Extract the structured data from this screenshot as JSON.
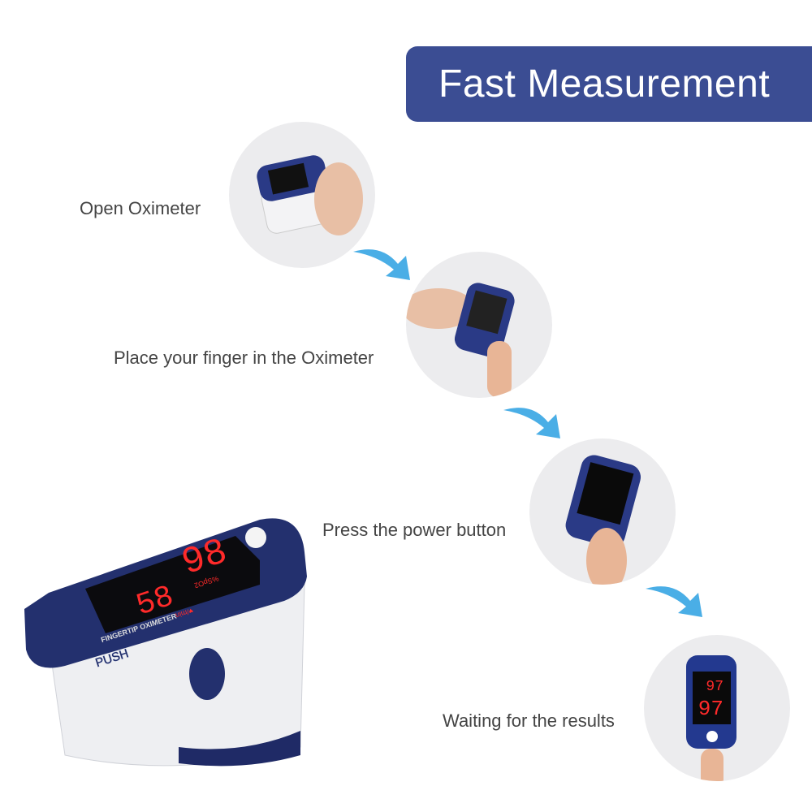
{
  "banner": {
    "title": "Fast Measurement",
    "color": "#3b4d93"
  },
  "steps": [
    {
      "label": "Open Oximeter"
    },
    {
      "label": "Place your finger in the Oximeter"
    },
    {
      "label": "Press the power button"
    },
    {
      "label": "Waiting for the results",
      "display": {
        "pr": "97",
        "spo2": "97"
      }
    }
  ],
  "device": {
    "brand_label": "FINGERTIP OXIMETER",
    "push_label": "PUSH",
    "spo2_value": "98",
    "pr_value": "58",
    "spo2_unit": "%SpO2",
    "pr_unit": "♥/min"
  },
  "colors": {
    "device_blue": "#23306e",
    "arrow": "#4aaee6",
    "digits": "#ff2a2a"
  }
}
